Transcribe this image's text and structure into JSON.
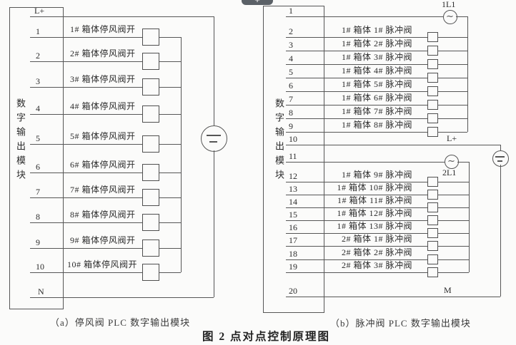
{
  "figure": {
    "title": "图 2  点对点控制原理图",
    "caption_a": "（a）停风阀 PLC 数字输出模块",
    "caption_b": "（b）脉冲阀 PLC 数字输出模块"
  },
  "overlay": {
    "plus_button": "+"
  },
  "colors": {
    "line": "#565656",
    "text": "#2b2b2b",
    "paper": "#fbfbfa",
    "overlay_button": "#5b6167"
  },
  "left_module": {
    "name": "数字输出模块",
    "source_symbol": "dc-source",
    "terminals": [
      {
        "id": "L+",
        "label": ""
      },
      {
        "id": "1",
        "label": "1# 箱体停风阀开"
      },
      {
        "id": "2",
        "label": "2# 箱体停风阀开"
      },
      {
        "id": "3",
        "label": "3# 箱体停风阀开"
      },
      {
        "id": "4",
        "label": "4# 箱体停风阀开"
      },
      {
        "id": "5",
        "label": "5# 箱体停风阀开"
      },
      {
        "id": "6",
        "label": "6# 箱体停风阀开"
      },
      {
        "id": "7",
        "label": "7# 箱体停风阀开"
      },
      {
        "id": "8",
        "label": "8# 箱体停风阀开"
      },
      {
        "id": "9",
        "label": "9# 箱体停风阀开"
      },
      {
        "id": "10",
        "label": "10# 箱体停风阀开"
      },
      {
        "id": "N",
        "label": ""
      }
    ]
  },
  "right_module": {
    "name": "数字输出模块",
    "labels": {
      "ac1": "1L1",
      "ac2": "2L1",
      "lplus": "L+",
      "m": "M"
    },
    "terminals": [
      {
        "id": "1",
        "label": ""
      },
      {
        "id": "2",
        "label": "1# 箱体 1# 脉冲阀"
      },
      {
        "id": "3",
        "label": "1# 箱体 2# 脉冲阀"
      },
      {
        "id": "4",
        "label": "1# 箱体 3# 脉冲阀"
      },
      {
        "id": "5",
        "label": "1# 箱体 4# 脉冲阀"
      },
      {
        "id": "6",
        "label": "1# 箱体 5# 脉冲阀"
      },
      {
        "id": "7",
        "label": "1# 箱体 6# 脉冲阀"
      },
      {
        "id": "8",
        "label": "1# 箱体 7# 脉冲阀"
      },
      {
        "id": "9",
        "label": "1# 箱体 8# 脉冲阀"
      },
      {
        "id": "10",
        "label": ""
      },
      {
        "id": "11",
        "label": ""
      },
      {
        "id": "12",
        "label": "1# 箱体 9# 脉冲阀"
      },
      {
        "id": "13",
        "label": "1# 箱体 10# 脉冲阀"
      },
      {
        "id": "14",
        "label": "1# 箱体 11# 脉冲阀"
      },
      {
        "id": "15",
        "label": "1# 箱体 12# 脉冲阀"
      },
      {
        "id": "16",
        "label": "1# 箱体 13# 脉冲阀"
      },
      {
        "id": "17",
        "label": "2# 箱体 1# 脉冲阀"
      },
      {
        "id": "18",
        "label": "2# 箱体 2# 脉冲阀"
      },
      {
        "id": "19",
        "label": "2# 箱体 3# 脉冲阀"
      },
      {
        "id": "20",
        "label": ""
      }
    ]
  }
}
